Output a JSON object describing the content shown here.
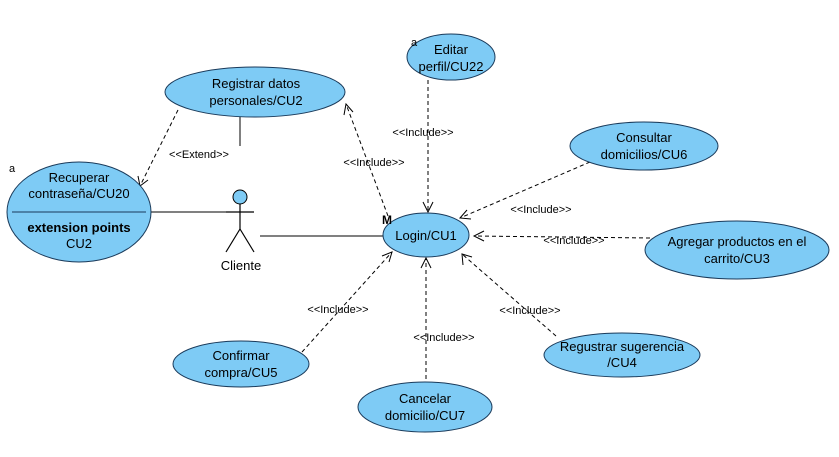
{
  "colors": {
    "usecase_fill": "#7ecbf5",
    "usecase_stroke": "#1a3a5a",
    "line": "#000000"
  },
  "actor": {
    "name": "Cliente"
  },
  "use_cases": {
    "login": {
      "lines": [
        "Login/CU1"
      ]
    },
    "registrar": {
      "lines": [
        "Registrar datos",
        "personales/CU2"
      ]
    },
    "recuperar": {
      "lines": [
        "Recuperar",
        "contraseña/CU20"
      ],
      "compartment_title": "extension points",
      "compartment_item": "CU2"
    },
    "editar": {
      "lines": [
        "Editar",
        "perfil/CU22"
      ]
    },
    "consultar": {
      "lines": [
        "Consultar",
        "domicilios/CU6"
      ]
    },
    "agregar": {
      "lines": [
        "Agregar productos en el",
        "carrito/CU3"
      ]
    },
    "sugerencia": {
      "lines": [
        "Regustrar sugerencia",
        "/CU4"
      ]
    },
    "cancelar": {
      "lines": [
        "Cancelar",
        "domicilio/CU7"
      ]
    },
    "confirmar": {
      "lines": [
        "Confirmar",
        "compra/CU5"
      ]
    }
  },
  "stereotypes": {
    "extend": "<<Extend>>",
    "include": "<<Include>>"
  },
  "marks": {
    "abstract_recuperar": "a",
    "abstract_editar": "a",
    "login_marker": "M"
  }
}
